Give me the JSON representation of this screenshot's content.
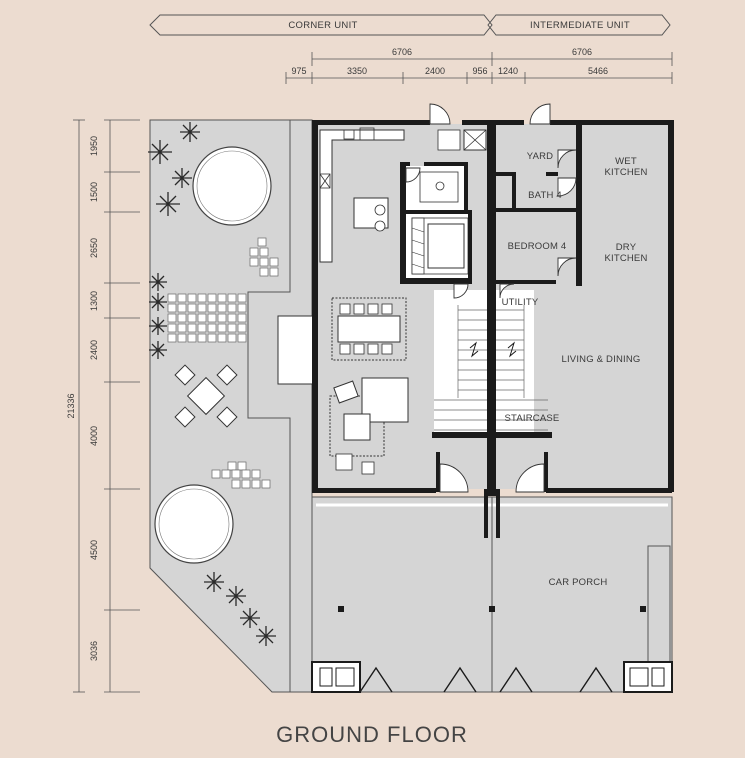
{
  "headers": {
    "corner_unit": "CORNER UNIT",
    "intermediate_unit": "INTERMEDIATE UNIT"
  },
  "top_dimensions": {
    "corner_total": "6706",
    "intermediate_total": "6706",
    "segments": [
      "975",
      "3350",
      "2400",
      "956",
      "1240",
      "5466"
    ]
  },
  "side_dimensions": {
    "total": "21336",
    "segments": [
      "1950",
      "1500",
      "2650",
      "1300",
      "2400",
      "4000",
      "4500",
      "3036"
    ]
  },
  "rooms": {
    "yard": "YARD",
    "wet_kitchen_1": "WET",
    "wet_kitchen_2": "KITCHEN",
    "bath_4": "BATH 4",
    "bedroom_4": "BEDROOM 4",
    "dry_kitchen_1": "DRY",
    "dry_kitchen_2": "KITCHEN",
    "utility": "UTILITY",
    "living_dining": "LIVING & DINING",
    "staircase": "STAIRCASE",
    "car_porch": "CAR PORCH"
  },
  "title": "GROUND FLOOR",
  "colors": {
    "background": "#ecdcd0",
    "floor": "#d5d5d5",
    "wall": "#1b1b1b",
    "plant": "#2a2a2a"
  }
}
